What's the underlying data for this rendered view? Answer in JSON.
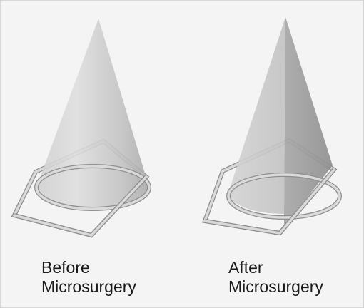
{
  "panels": [
    {
      "caption_line1": "Before",
      "caption_line2": "Microsurgery"
    },
    {
      "caption_line1": "After",
      "caption_line2": "Microsurgery"
    }
  ],
  "colors": {
    "background": "#f4f4f4",
    "cone_light": "#d6d6d6",
    "cone_mid": "#b4b4b4",
    "cone_dark": "#9a9a9a",
    "ring": "#c9c9c9",
    "ring_edge": "#8e8e8e",
    "caption": "#1a1a1a"
  }
}
